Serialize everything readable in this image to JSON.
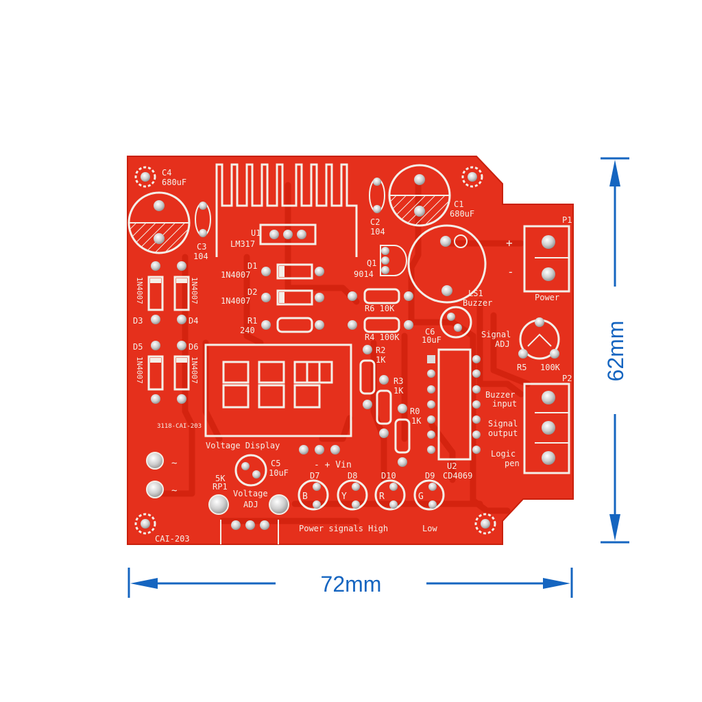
{
  "dimensions": {
    "width_label": "72mm",
    "height_label": "62mm",
    "arrow_color": "#1565c0"
  },
  "board": {
    "color": "#e5301c",
    "trace_color": "#d4230f",
    "silk_color": "#f4efe8",
    "labels": {
      "c4": "C4",
      "c4_val": "680uF",
      "c1": "C1",
      "c1_val": "680uF",
      "c3": "C3",
      "c3_val": "104",
      "c2": "C2",
      "c2_val": "104",
      "u1": "U1",
      "lm317": "LM317",
      "d1": "D1",
      "d1_val": "1N4007",
      "d2": "D2",
      "d2_val": "1N4007",
      "r1": "R1",
      "r1_val": "240",
      "q1": "Q1",
      "q1_val": "9014",
      "r6": "R6 10K",
      "r4": "R4 100K",
      "d3": "D3",
      "d4": "D4",
      "d5": "D5",
      "d6": "D6",
      "diode_v": "1N4007",
      "p1": "P1",
      "power_plus": "+",
      "power_minus": "-",
      "power": "Power",
      "ls1": "LS1",
      "buzzer": "Buzzer",
      "c6": "C6",
      "c6_val": "10uF",
      "signal_adj_1": "Signal",
      "signal_adj_2": "ADJ",
      "r5": "R5",
      "r5_val": "100K",
      "p2": "P2",
      "r2": "R2",
      "r2_val": "1K",
      "r3": "R3",
      "r3_val": "1K",
      "r0": "R0",
      "r0_val": "1K",
      "buzzer_input_1": "Buzzer",
      "buzzer_input_2": "input",
      "signal_output_1": "Signal",
      "signal_output_2": "output",
      "logic_pen_1": "Logic",
      "logic_pen_2": "pen",
      "part_code": "3118-CAI-203",
      "voltage_display": "Voltage Display",
      "vin": "- + Vin",
      "ac1": "~",
      "ac2": "~",
      "rp1_val": "5K",
      "rp1": "RP1",
      "c5": "C5",
      "c5_val": "10uF",
      "voltage_adj_1": "Voltage",
      "voltage_adj_2": "ADJ",
      "d7": "D7",
      "d8": "D8",
      "d10": "D10",
      "d9": "D9",
      "led_b": "B",
      "led_y": "Y",
      "led_r": "R",
      "led_g": "G",
      "u2": "U2",
      "cd4069": "CD4069",
      "power_signals": "Power signals High",
      "low": "Low",
      "board_name": "CAI-203"
    }
  }
}
